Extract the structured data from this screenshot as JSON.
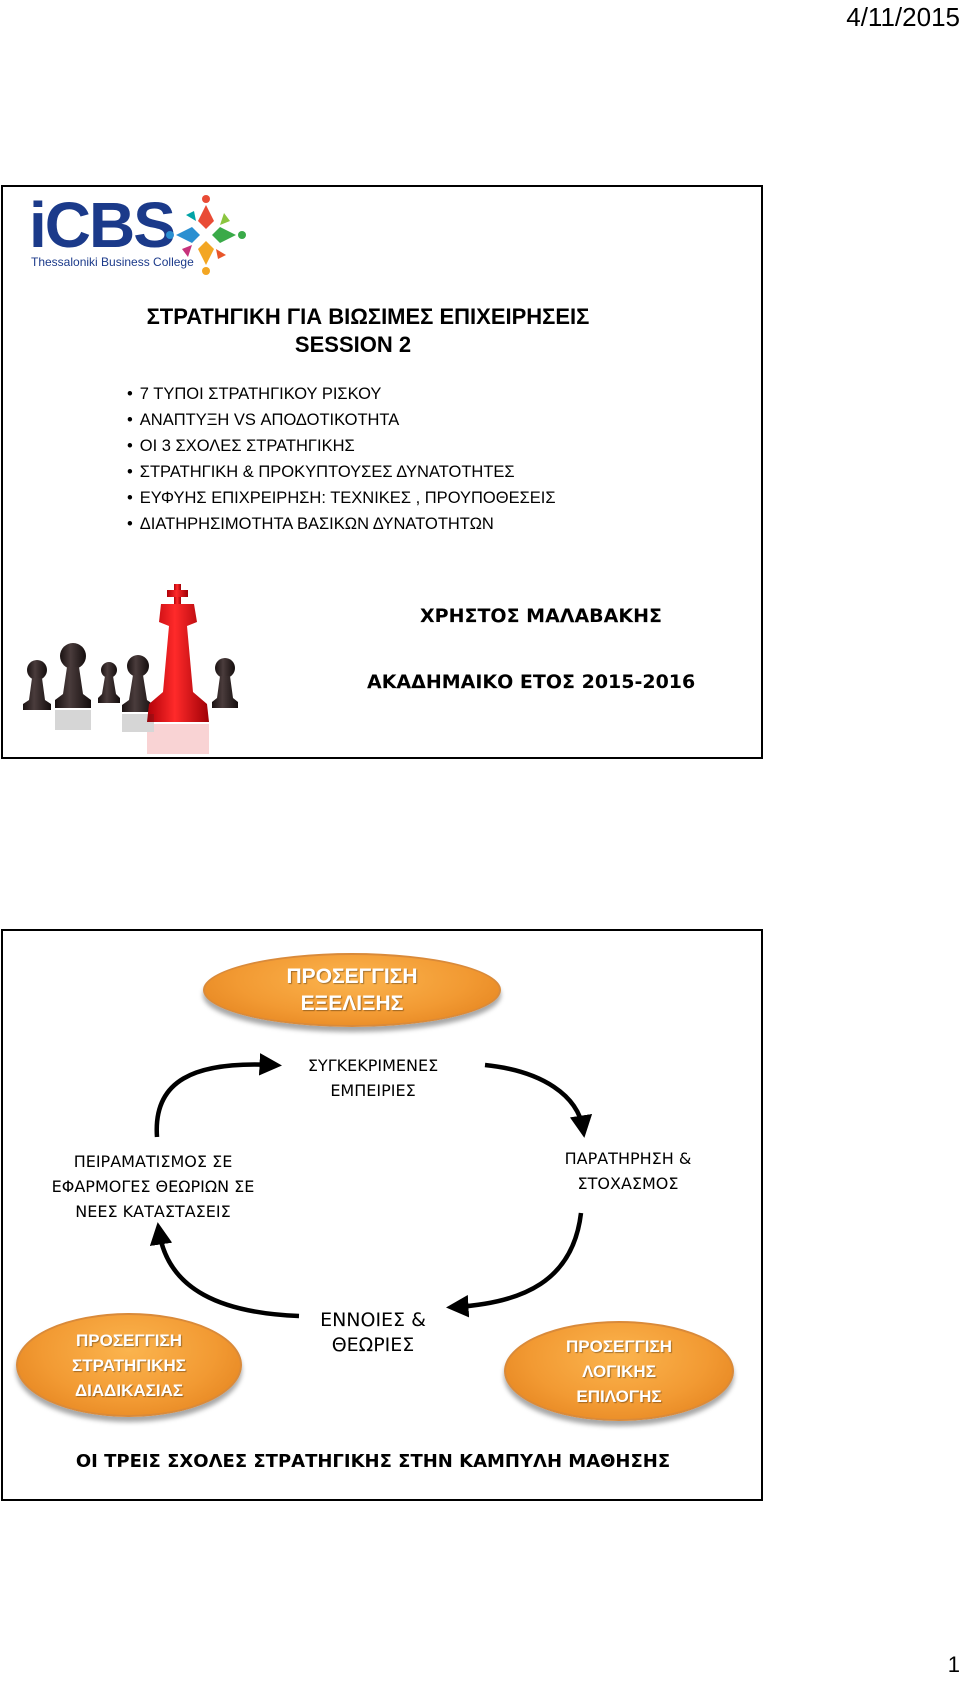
{
  "header": {
    "date": "4/11/2015"
  },
  "footer": {
    "page_number": "1"
  },
  "slide1": {
    "logo": {
      "word": "iCBS",
      "subtitle": "Thessaloniki Business College"
    },
    "title_line1": "ΣΤΡΑΤΗΓΙΚΗ ΓΙΑ ΒΙΩΣΙΜΕΣ ΕΠΙΧΕΙΡΗΣΕΙΣ",
    "title_line2": "SESSION 2",
    "bullets": [
      "7 ΤΥΠΟΙ ΣΤΡΑΤΗΓΙΚΟΥ ΡΙΣΚΟΥ",
      "ΑΝΑΠΤΥΞΗ VS ΑΠΟΔΟΤΙΚΟΤΗΤΑ",
      "ΟΙ 3 ΣΧΟΛΕΣ ΣΤΡΑΤΗΓΙΚΗΣ",
      "ΣΤΡΑΤΗΓΙΚΗ & ΠΡΟΚΥΠΤΟΥΣΕΣ ΔΥΝΑΤΟΤΗΤΕΣ",
      "ΕΥΦΥΗΣ ΕΠΙΧΡΕΙΡΗΣΗ: ΤΕΧΝΙΚΕΣ , ΠΡΟΥΠΟΘΕΣΕΙΣ",
      "ΔΙΑΤΗΡΗΣΙΜΟΤΗΤΑ ΒΑΣΙΚΩΝ ΔΥΝΑΤΟΤΗΤΩΝ"
    ],
    "author": "ΧΡΗΣΤΟΣ ΜΑΛΑΒΑΚΗΣ",
    "academic_year": "ΑΚΑΔΗΜΑΙΚΟ ΕΤΟΣ 2015-2016"
  },
  "slide2": {
    "oval_top": [
      "ΠΡΟΣΕΓΓΙΣΗ",
      "ΕΞΕΛΙΞΗΣ"
    ],
    "oval_left": [
      "ΠΡΟΣΕΓΓΙΣΗ",
      "ΣΤΡΑΤΗΓΙΚΗΣ",
      "ΔΙΑΔΙΚΑΣΙΑΣ"
    ],
    "oval_right": [
      "ΠΡΟΣΕΓΓΙΣΗ",
      "ΛΟΓΙΚΗΣ",
      "ΕΠΙΛΟΓΗΣ"
    ],
    "cycle": {
      "top": [
        "ΣΥΓΚΕΚΡΙΜΕΝΕΣ",
        "ΕΜΠΕΙΡΙΕΣ"
      ],
      "right": [
        "ΠΑΡΑΤΗΡΗΣΗ &",
        "ΣΤΟΧΑΣΜΟΣ"
      ],
      "bottom": [
        "ΕΝΝΟΙΕΣ &",
        "ΘΕΩΡΙΕΣ"
      ],
      "left": [
        "ΠΕΙΡΑΜΑΤΙΣΜΟΣ ΣΕ",
        "ΕΦΑΡΜΟΓΕΣ ΘΕΩΡΙΩΝ ΣΕ",
        "ΝΕΕΣ ΚΑΤΑΣΤΑΣΕΙΣ"
      ]
    },
    "caption": "ΟΙ ΤΡΕΙΣ ΣΧΟΛΕΣ ΣΤΡΑΤΗΓΙΚΗΣ ΣΤΗΝ ΚΑΜΠΥΛΗ ΜΑΘΗΣΗΣ"
  },
  "colors": {
    "oval_fill": "#f29a33",
    "logo_blue": "#1b3a8a",
    "king_red": "#e0101a"
  }
}
